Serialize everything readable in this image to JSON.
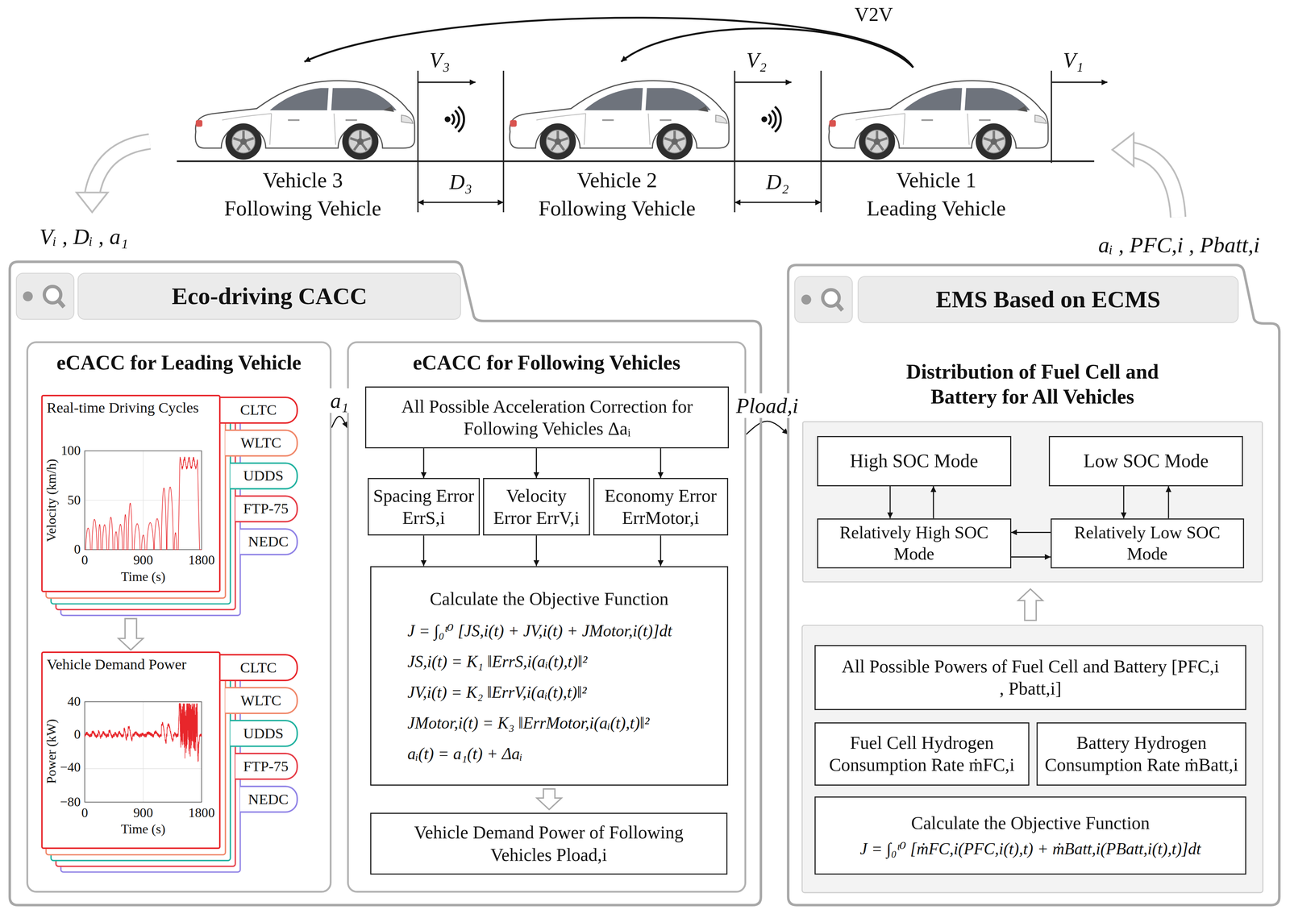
{
  "diagram": {
    "nodes": [
      {
        "text": [
          "Eco-driving CACC"
        ]
      },
      {
        "text": [
          "eCACC for Leading Vehicle"
        ],
        "in": 0
      },
      {
        "text": [
          "Real-time Driving Cycles"
        ],
        "in": 1
      },
      {
        "text": [
          "CLTC"
        ],
        "in": 1
      },
      {
        "text": [
          "WLTC"
        ],
        "in": 1
      },
      {
        "text": [
          "UDDS"
        ],
        "in": 1
      },
      {
        "text": [
          "FTP-75"
        ],
        "in": 1
      },
      {
        "text": [
          "NEDC"
        ],
        "in": 1
      },
      {
        "text": [
          "Vehicle Demand Power"
        ],
        "in": 1
      },
      {
        "text": [
          "CLTC"
        ],
        "in": 1
      },
      {
        "text": [
          "WLTC"
        ],
        "in": 1
      },
      {
        "text": [
          "UDDS"
        ],
        "in": 1
      },
      {
        "text": [
          "FTP-75"
        ],
        "in": 1
      },
      {
        "text": [
          "NEDC"
        ],
        "in": 1
      },
      {
        "text": [
          "eCACC for Following Vehicles"
        ],
        "in": 0
      },
      {
        "text": [
          "All Possible Acceleration Correction for Following Vehicles Δaᵢ"
        ],
        "in": 14
      },
      {
        "text": [
          "Spacing Error ErrS,i"
        ],
        "in": 14
      },
      {
        "text": [
          "Velocity Error ErrV,i"
        ],
        "in": 14
      },
      {
        "text": [
          "Economy Error ErrMotor,i"
        ],
        "in": 14
      },
      {
        "text": [
          "Calculate the Objective Function",
          "J = ∫₀ᵗ⁰ [JS,i(t) + JV,i(t) + JMotor,i(t)]dt",
          "JS,i(t) = K₁ ‖ErrS,i(aᵢ(t),t)‖²",
          "JV,i(t) = K₂ ‖ErrV,i(aᵢ(t),t)‖²",
          "JMotor,i(t) = K₃ ‖ErrMotor,i(aᵢ(t),t)‖²",
          "aᵢ(t) = a₁(t) + Δaᵢ"
        ],
        "in": 14
      },
      {
        "text": [
          "Vehicle Demand Power of Following Vehicles Pload,i"
        ],
        "in": 14
      },
      {
        "text": [
          "EMS Based on ECMS"
        ]
      },
      {
        "text": [
          "Distribution of Fuel Cell and Battery for All Vehicles"
        ],
        "in": 21
      },
      {
        "text": [
          "High SOC Mode"
        ],
        "in": 22
      },
      {
        "text": [
          "Low SOC Mode"
        ],
        "in": 22
      },
      {
        "text": [
          "Relatively High SOC Mode"
        ],
        "in": 22
      },
      {
        "text": [
          "Relatively Low SOC Mode"
        ],
        "in": 22
      },
      {
        "text": [
          "All Possible Powers of Fuel Cell and Battery [PFC,i , Pbatt,i]"
        ],
        "in": 21
      },
      {
        "text": [
          "Fuel Cell Hydrogen Consumption Rate ṁFC,i"
        ],
        "in": 21
      },
      {
        "text": [
          "Battery Hydrogen Consumption Rate ṁBatt,i"
        ],
        "in": 21
      },
      {
        "text": [
          "Calculate the Objective Function",
          "J = ∫₀ᵗ⁰ [ṁFC,i(PFC,i(t),t) + ṁBatt,i(PBatt,i(t),t)]dt"
        ],
        "in": 21
      }
    ],
    "edges": [
      {
        "from": 2,
        "to": 8,
        "arrow": "to"
      },
      {
        "from": 1,
        "to": 14,
        "arrow": "to",
        "label": "a₁"
      },
      {
        "from": 15,
        "to": 16,
        "arrow": "to"
      },
      {
        "from": 15,
        "to": 17,
        "arrow": "to"
      },
      {
        "from": 15,
        "to": 18,
        "arrow": "to"
      },
      {
        "from": 16,
        "to": 19,
        "arrow": "to"
      },
      {
        "from": 17,
        "to": 19,
        "arrow": "to"
      },
      {
        "from": 18,
        "to": 19,
        "arrow": "to"
      },
      {
        "from": 19,
        "to": 20,
        "arrow": "to"
      },
      {
        "from": 14,
        "to": 21,
        "arrow": "to",
        "label": "Pload,i"
      },
      {
        "from": 23,
        "to": 25,
        "arrow": "to"
      },
      {
        "from": 25,
        "to": 23,
        "arrow": "to"
      },
      {
        "from": 24,
        "to": 26,
        "arrow": "to"
      },
      {
        "from": 26,
        "to": 24,
        "arrow": "to"
      },
      {
        "from": 26,
        "to": 25,
        "arrow": "to"
      },
      {
        "from": 25,
        "to": 26,
        "arrow": "to"
      },
      {
        "from": 27,
        "to": 22,
        "arrow": "to"
      }
    ],
    "labels": [
      "V2V",
      "V₃",
      "V₂",
      "V₁",
      "D₃",
      "D₂",
      "Vehicle 3",
      "Following Vehicle",
      "Vehicle 2",
      "Following Vehicle",
      "Vehicle 1",
      "Leading Vehicle",
      "Vᵢ , Dᵢ , a₁",
      "aᵢ , PFC,i , Pbatt,i",
      "Velocity (km/h)",
      "100",
      "50",
      "0",
      "0",
      "900",
      "1800",
      "Time (s)",
      "Power (kW)",
      "40",
      "0",
      "−40",
      "−80",
      "0",
      "900",
      "1800",
      "Time (s)"
    ]
  }
}
